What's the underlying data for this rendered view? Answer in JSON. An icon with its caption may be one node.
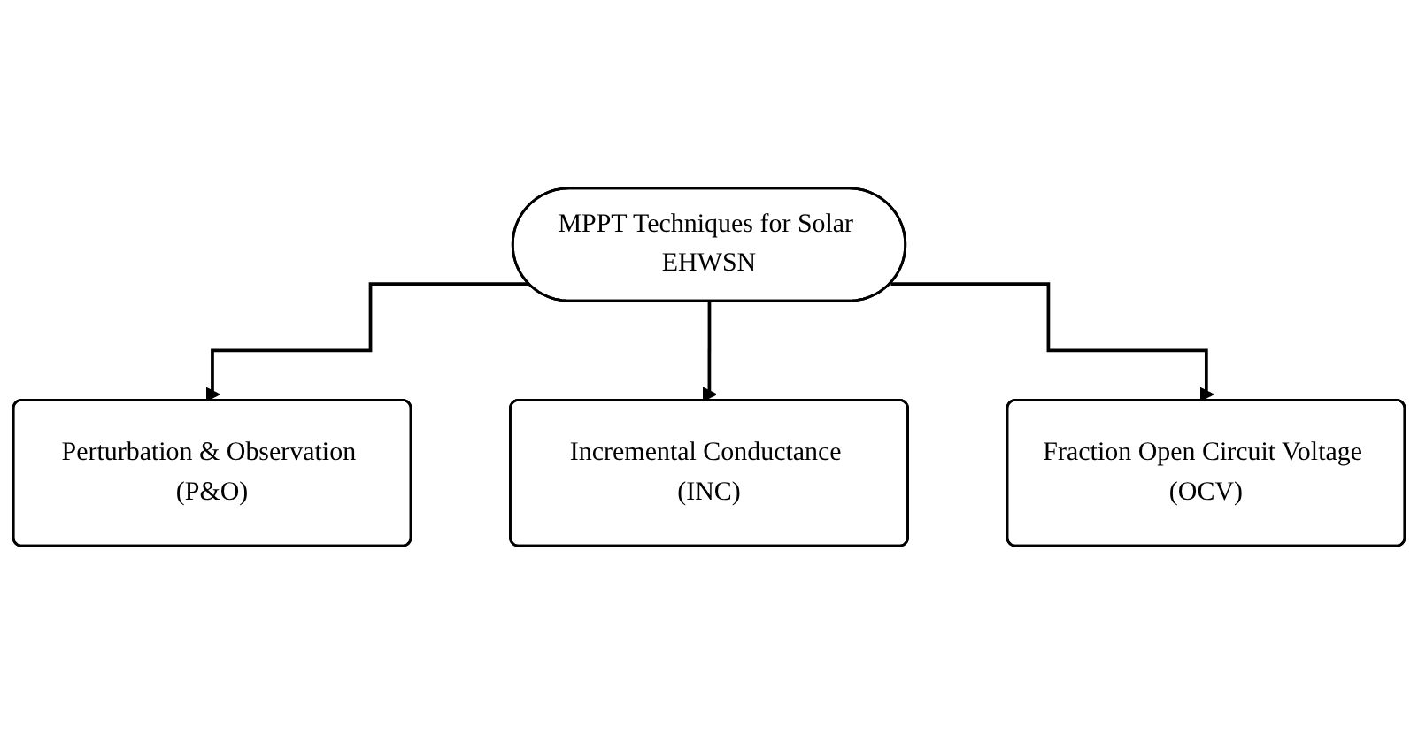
{
  "diagram": {
    "nodes": [
      {
        "text": [
          "MPPT Techniques for Solar EHWSN"
        ]
      },
      {
        "text": [
          "Perturbation & Observation (P&O)"
        ]
      },
      {
        "text": [
          "Incremental Conductance (INC)"
        ]
      },
      {
        "text": [
          "Fraction Open Circuit Voltage (OCV)"
        ]
      }
    ],
    "edges": [
      {
        "from": 0,
        "to": 1,
        "arrow": "to"
      },
      {
        "from": 0,
        "to": 2,
        "arrow": "to"
      },
      {
        "from": 0,
        "to": 3,
        "arrow": "to"
      }
    ]
  }
}
